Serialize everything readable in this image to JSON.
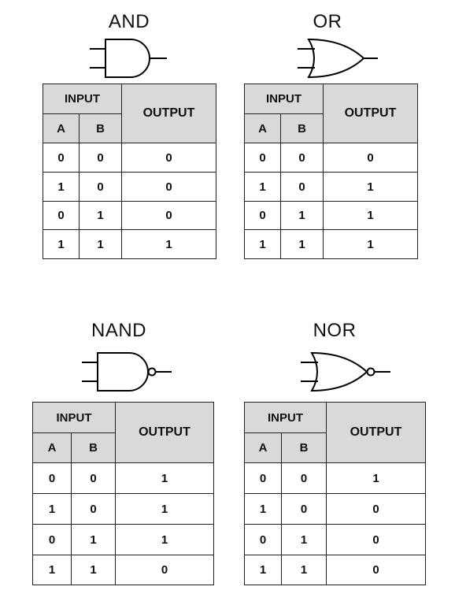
{
  "gates": [
    {
      "name": "AND",
      "icon": "and-gate-icon",
      "header": {
        "input": "INPUT",
        "a": "A",
        "b": "B",
        "output": "OUTPUT"
      },
      "rows": [
        [
          "0",
          "0",
          "0"
        ],
        [
          "1",
          "0",
          "0"
        ],
        [
          "0",
          "1",
          "0"
        ],
        [
          "1",
          "1",
          "1"
        ]
      ]
    },
    {
      "name": "OR",
      "icon": "or-gate-icon",
      "header": {
        "input": "INPUT",
        "a": "A",
        "b": "B",
        "output": "OUTPUT"
      },
      "rows": [
        [
          "0",
          "0",
          "0"
        ],
        [
          "1",
          "0",
          "1"
        ],
        [
          "0",
          "1",
          "1"
        ],
        [
          "1",
          "1",
          "1"
        ]
      ]
    },
    {
      "name": "NAND",
      "icon": "nand-gate-icon",
      "header": {
        "input": "INPUT",
        "a": "A",
        "b": "B",
        "output": "OUTPUT"
      },
      "rows": [
        [
          "0",
          "0",
          "1"
        ],
        [
          "1",
          "0",
          "1"
        ],
        [
          "0",
          "1",
          "1"
        ],
        [
          "1",
          "1",
          "0"
        ]
      ]
    },
    {
      "name": "NOR",
      "icon": "nor-gate-icon",
      "header": {
        "input": "INPUT",
        "a": "A",
        "b": "B",
        "output": "OUTPUT"
      },
      "rows": [
        [
          "0",
          "0",
          "1"
        ],
        [
          "1",
          "0",
          "0"
        ],
        [
          "0",
          "1",
          "0"
        ],
        [
          "1",
          "1",
          "0"
        ]
      ]
    }
  ],
  "colors": {
    "header_fill": "#d9d9d9",
    "line": "#000000"
  }
}
